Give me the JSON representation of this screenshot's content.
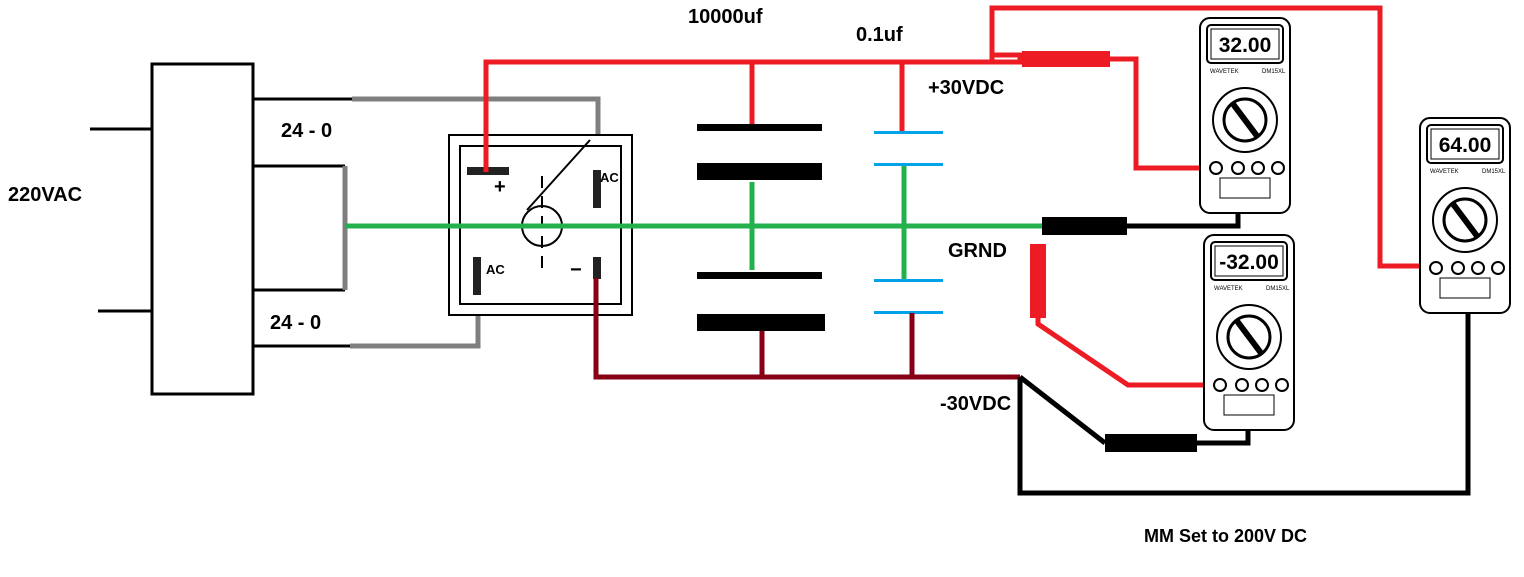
{
  "labels": {
    "input_voltage": "220VAC",
    "secondary_top": "24 - 0",
    "secondary_bottom": "24 - 0",
    "bulk_cap": "10000uf",
    "bypass_cap": "0.1uf",
    "positive_rail": "+30VDC",
    "ground": "GRND",
    "negative_rail": "-30VDC",
    "meter_note": "MM Set to 200V DC"
  },
  "bridge": {
    "plus": "+",
    "minus": "−",
    "ac_top": "AC",
    "ac_bottom": "AC"
  },
  "meters": [
    {
      "reading": "32.00",
      "brand": "WAVETEK",
      "model": "DM15XL"
    },
    {
      "reading": "-32.00",
      "brand": "WAVETEK",
      "model": "DM15XL"
    },
    {
      "reading": "64.00",
      "brand": "WAVETEK",
      "model": "DM15XL"
    }
  ],
  "colors": {
    "positive_wire": "#ed1c24",
    "ground_wire": "#22b14c",
    "negative_wire": "#880015",
    "ac_wire": "#7f7f7f",
    "probe_wire": "#000000",
    "bypass_cap": "#00a2e8"
  }
}
